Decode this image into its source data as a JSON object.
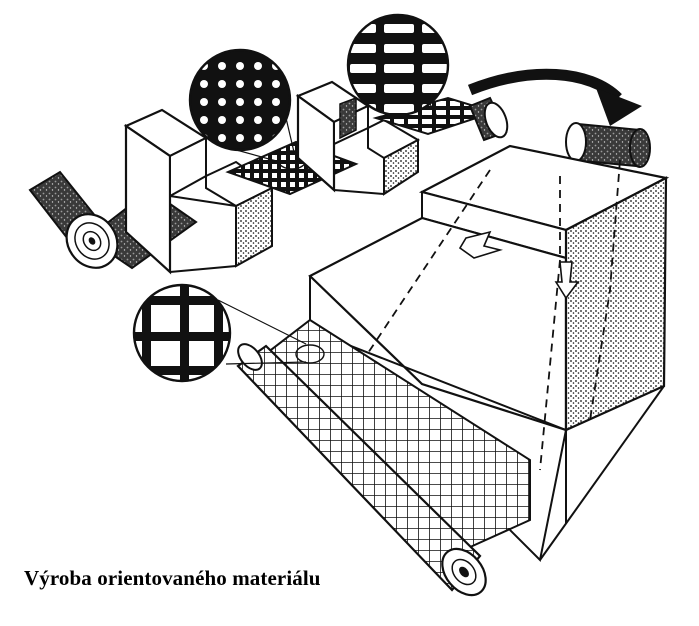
{
  "caption": "Výroba orientovaného materiálu",
  "colors": {
    "ink": "#111111",
    "paper": "#ffffff",
    "shade": "#2a2a2a"
  },
  "icons": [
    "sheet-roll",
    "punching-machine",
    "stretching-machine",
    "grid-roll",
    "flow-arrow",
    "magnifier-detail"
  ]
}
